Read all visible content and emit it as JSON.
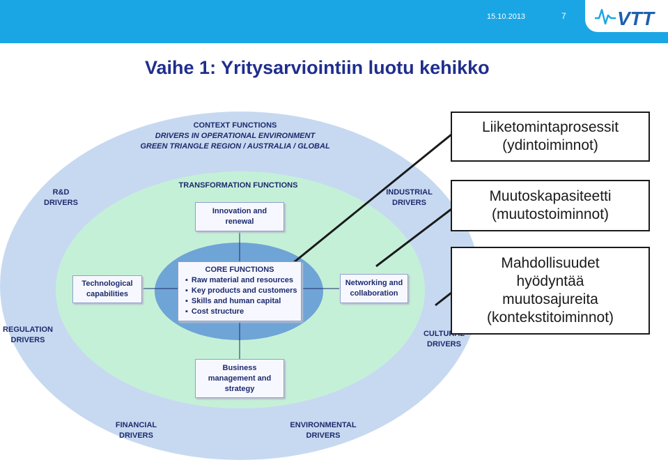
{
  "header": {
    "date": "15.10.2013",
    "page_number": "7",
    "logo_text": "VTT"
  },
  "title": "Vaihe 1: Yritysarviointiin luotu kehikko",
  "diagram": {
    "context": {
      "line1": "CONTEXT FUNCTIONS",
      "line2": "DRIVERS IN OPERATIONAL ENVIRONMENT",
      "line3": "GREEN TRIANGLE REGION / AUSTRALIA / GLOBAL"
    },
    "drivers": {
      "rd": [
        "R&D",
        "DRIVERS"
      ],
      "industrial": [
        "INDUSTRIAL",
        "DRIVERS"
      ],
      "regulation": [
        "REGULATION",
        "DRIVERS"
      ],
      "cultural": [
        "CULTURAL",
        "DRIVERS"
      ],
      "financial": [
        "FINANCIAL",
        "DRIVERS"
      ],
      "environmental": [
        "ENVIRONMENTAL",
        "DRIVERS"
      ]
    },
    "transformation_title": "TRANSFORMATION FUNCTIONS",
    "boxes": {
      "innovation": [
        "Innovation and",
        "renewal"
      ],
      "technological": [
        "Technological",
        "capabilities"
      ],
      "networking": [
        "Networking and",
        "collaboration"
      ],
      "business": [
        "Business",
        "management and",
        "strategy"
      ]
    },
    "core": {
      "title": "CORE FUNCTIONS",
      "items": [
        "Raw material and resources",
        "Key products and customers",
        "Skills and human capital",
        "Cost structure"
      ]
    }
  },
  "callouts": {
    "processes": [
      "Liiketomintaprosessit",
      "(ydintoiminnot)"
    ],
    "capabilities": [
      "Muutoskapasiteetti",
      "(muutostoiminnot)"
    ],
    "opportunities": [
      "Mahdollisuudet",
      "hyödyntää",
      "muutosajureita",
      "(kontekstitoiminnot)"
    ]
  },
  "colors": {
    "header": "#1aa6e4",
    "title": "#1f2e8c",
    "outer_ellipse": "#c7d9f1",
    "middle_ellipse": "#c5f0d8",
    "core_ellipse": "#6fa4d6",
    "logo_blue": "#1f5fae"
  }
}
